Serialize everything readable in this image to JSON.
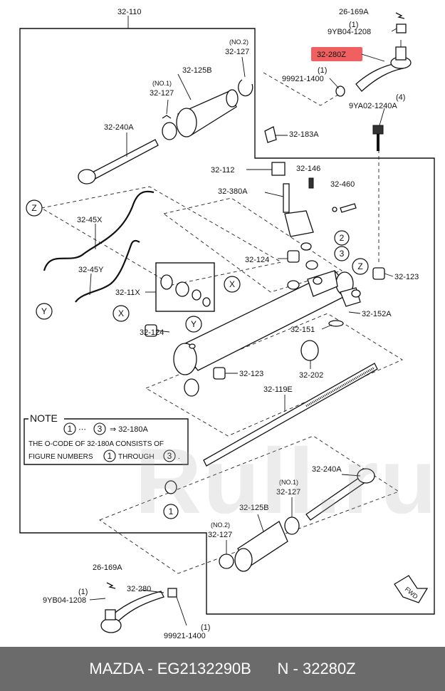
{
  "labels": {
    "l32110": "32-110",
    "l26169a_top": "26-169A",
    "q1_top": "(1)",
    "l9yb04_top": "9YB04-1208",
    "l32280z": "32-280Z",
    "l99921_top": "99921-1400",
    "q1_top2": "(1)",
    "q4": "(4)",
    "l9ya02": "9YA02-1240A",
    "no2_top": "(NO.2)",
    "l32127_a": "32-127",
    "l32125b_top": "32-125B",
    "no1_top": "(NO.1)",
    "l32127_b": "32-127",
    "l32240a_top": "32-240A",
    "l32183a": "32-183A",
    "l32112": "32-112",
    "l32146": "32-146",
    "l32380a": "32-380A",
    "l32460": "32-460",
    "l3245x": "32-45X",
    "l3245y": "32-45Y",
    "l32124_a": "32-124",
    "l32123_a": "32-123",
    "l3211x": "32-11X",
    "l32152a": "32-152A",
    "l32124_b": "32-124",
    "l32151": "32-151",
    "l32123_b": "32-123",
    "l32202": "32-202",
    "l32119e": "32-119E",
    "l32240a_bot": "32-240A",
    "no1_bot": "(NO.1)",
    "l32127_c": "32-127",
    "l32125b_bot": "32-125B",
    "no2_bot": "(NO.2)",
    "l32127_d": "32-127",
    "l26169a_bot": "26-169A",
    "q1_bot": "(1)",
    "l9yb04_bot": "9YB04-1208",
    "l32280": "32-280",
    "q1_bot2": "(1)",
    "l99921_bot": "99921-1400",
    "fwd": "FWD"
  },
  "markers": {
    "z": "Z",
    "y": "Y",
    "x": "X",
    "one": "1",
    "two": "2",
    "three": "3"
  },
  "note": {
    "title": "NOTE",
    "dots": "⋯",
    "arrow_code": "⇒ 32-180A",
    "line2": "THE O-CODE OF  32-180A  CONSISTS OF",
    "line3_a": "FIGURE NUMBERS",
    "line3_b": "THROUGH",
    "line3_end": "."
  },
  "watermark": "Rull.ru",
  "footer": {
    "brand": "MAZDA - EG2132290B",
    "part": "N - 32280Z"
  }
}
